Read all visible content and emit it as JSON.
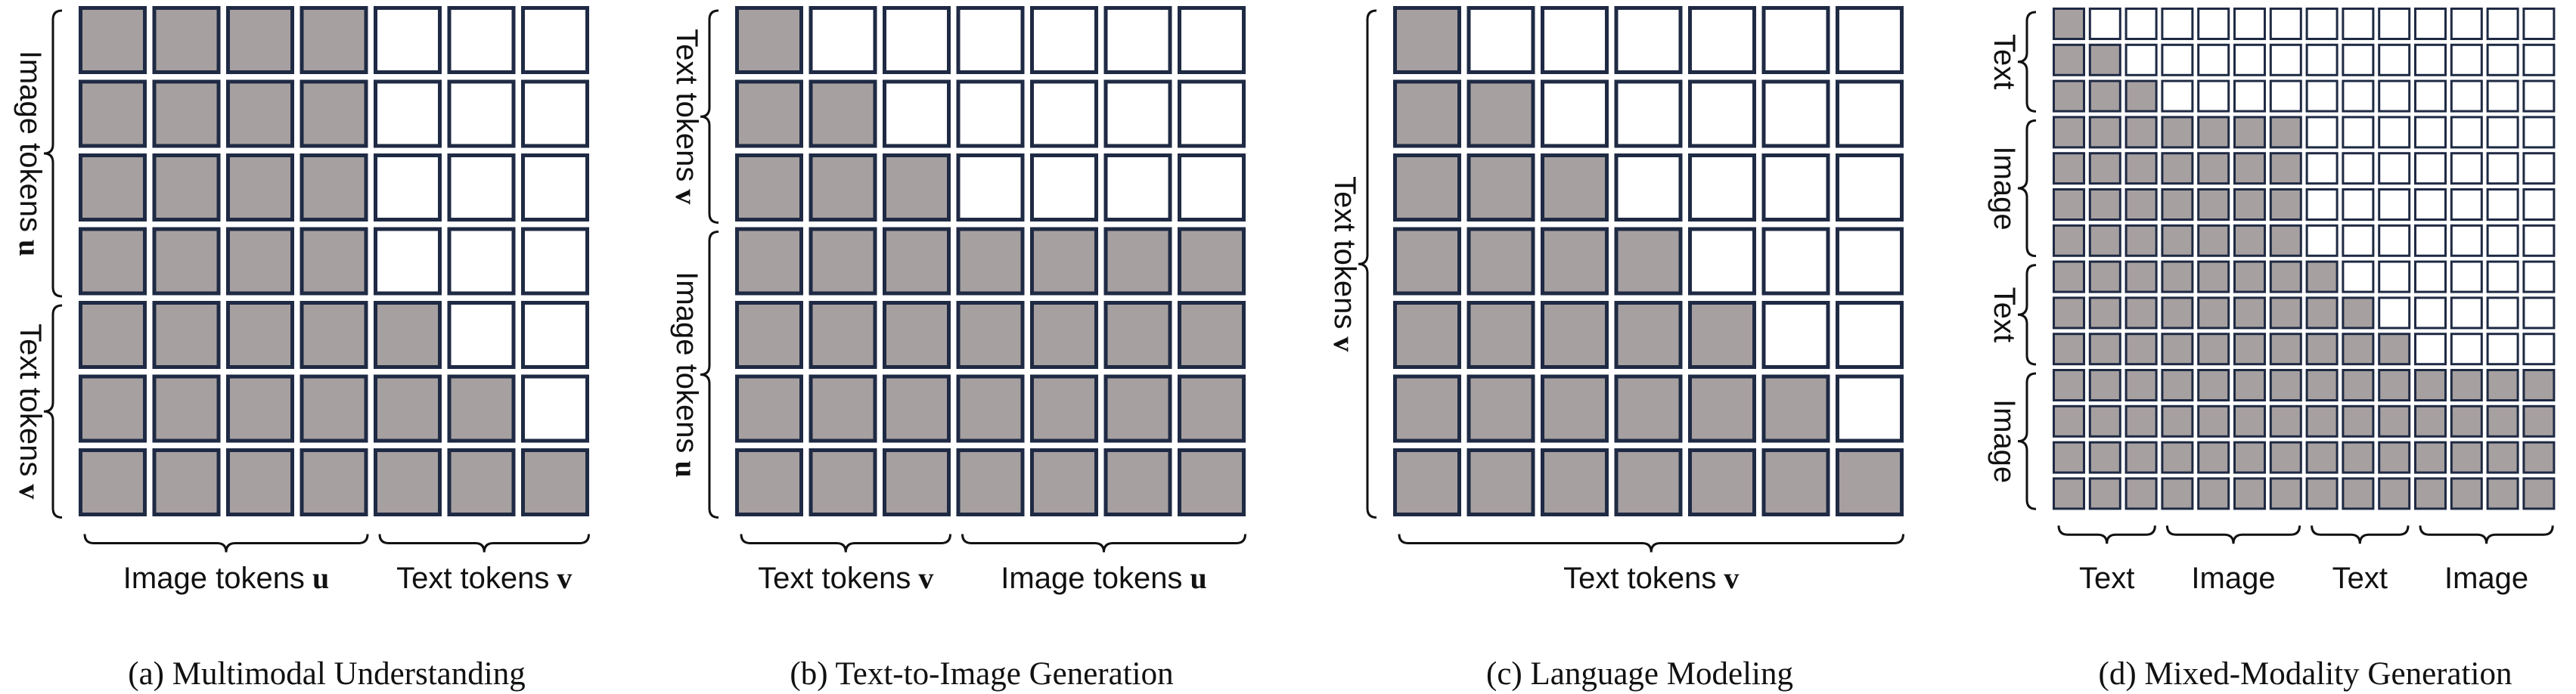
{
  "colors": {
    "filled": "#a6a0a0",
    "empty": "#ffffff",
    "border": "#1f2a44"
  },
  "panels": [
    {
      "id": "a",
      "caption": "(a) Multimodal Understanding",
      "matrix": [
        [
          1,
          1,
          1,
          1,
          0,
          0,
          0
        ],
        [
          1,
          1,
          1,
          1,
          0,
          0,
          0
        ],
        [
          1,
          1,
          1,
          1,
          0,
          0,
          0
        ],
        [
          1,
          1,
          1,
          1,
          0,
          0,
          0
        ],
        [
          1,
          1,
          1,
          1,
          1,
          0,
          0
        ],
        [
          1,
          1,
          1,
          1,
          1,
          1,
          0
        ],
        [
          1,
          1,
          1,
          1,
          1,
          1,
          1
        ]
      ],
      "row_groups": [
        {
          "label": "Image tokens",
          "sym": "u",
          "start": 0,
          "end": 3
        },
        {
          "label": "Text tokens",
          "sym": "v",
          "start": 4,
          "end": 6
        }
      ],
      "col_groups": [
        {
          "label": "Image tokens",
          "sym": "u",
          "start": 0,
          "end": 3
        },
        {
          "label": "Text tokens",
          "sym": "v",
          "start": 4,
          "end": 6
        }
      ]
    },
    {
      "id": "b",
      "caption": "(b) Text-to-Image Generation",
      "matrix": [
        [
          1,
          0,
          0,
          0,
          0,
          0,
          0
        ],
        [
          1,
          1,
          0,
          0,
          0,
          0,
          0
        ],
        [
          1,
          1,
          1,
          0,
          0,
          0,
          0
        ],
        [
          1,
          1,
          1,
          1,
          1,
          1,
          1
        ],
        [
          1,
          1,
          1,
          1,
          1,
          1,
          1
        ],
        [
          1,
          1,
          1,
          1,
          1,
          1,
          1
        ],
        [
          1,
          1,
          1,
          1,
          1,
          1,
          1
        ]
      ],
      "row_groups": [
        {
          "label": "Text tokens",
          "sym": "v",
          "start": 0,
          "end": 2
        },
        {
          "label": "Image tokens",
          "sym": "u",
          "start": 3,
          "end": 6
        }
      ],
      "col_groups": [
        {
          "label": "Text tokens",
          "sym": "v",
          "start": 0,
          "end": 2
        },
        {
          "label": "Image tokens",
          "sym": "u",
          "start": 3,
          "end": 6
        }
      ]
    },
    {
      "id": "c",
      "caption": "(c) Language Modeling",
      "matrix": [
        [
          1,
          0,
          0,
          0,
          0,
          0,
          0
        ],
        [
          1,
          1,
          0,
          0,
          0,
          0,
          0
        ],
        [
          1,
          1,
          1,
          0,
          0,
          0,
          0
        ],
        [
          1,
          1,
          1,
          1,
          0,
          0,
          0
        ],
        [
          1,
          1,
          1,
          1,
          1,
          0,
          0
        ],
        [
          1,
          1,
          1,
          1,
          1,
          1,
          0
        ],
        [
          1,
          1,
          1,
          1,
          1,
          1,
          1
        ]
      ],
      "row_groups": [
        {
          "label": "Text tokens",
          "sym": "v",
          "start": 0,
          "end": 6
        }
      ],
      "col_groups": [
        {
          "label": "Text tokens",
          "sym": "v",
          "start": 0,
          "end": 6
        }
      ]
    },
    {
      "id": "d",
      "caption": "(d) Mixed-Modality Generation",
      "matrix": [
        [
          1,
          0,
          0,
          0,
          0,
          0,
          0,
          0,
          0,
          0,
          0,
          0,
          0,
          0
        ],
        [
          1,
          1,
          0,
          0,
          0,
          0,
          0,
          0,
          0,
          0,
          0,
          0,
          0,
          0
        ],
        [
          1,
          1,
          1,
          0,
          0,
          0,
          0,
          0,
          0,
          0,
          0,
          0,
          0,
          0
        ],
        [
          1,
          1,
          1,
          1,
          1,
          1,
          1,
          0,
          0,
          0,
          0,
          0,
          0,
          0
        ],
        [
          1,
          1,
          1,
          1,
          1,
          1,
          1,
          0,
          0,
          0,
          0,
          0,
          0,
          0
        ],
        [
          1,
          1,
          1,
          1,
          1,
          1,
          1,
          0,
          0,
          0,
          0,
          0,
          0,
          0
        ],
        [
          1,
          1,
          1,
          1,
          1,
          1,
          1,
          0,
          0,
          0,
          0,
          0,
          0,
          0
        ],
        [
          1,
          1,
          1,
          1,
          1,
          1,
          1,
          1,
          0,
          0,
          0,
          0,
          0,
          0
        ],
        [
          1,
          1,
          1,
          1,
          1,
          1,
          1,
          1,
          1,
          0,
          0,
          0,
          0,
          0
        ],
        [
          1,
          1,
          1,
          1,
          1,
          1,
          1,
          1,
          1,
          1,
          0,
          0,
          0,
          0
        ],
        [
          1,
          1,
          1,
          1,
          1,
          1,
          1,
          1,
          1,
          1,
          1,
          1,
          1,
          1
        ],
        [
          1,
          1,
          1,
          1,
          1,
          1,
          1,
          1,
          1,
          1,
          1,
          1,
          1,
          1
        ],
        [
          1,
          1,
          1,
          1,
          1,
          1,
          1,
          1,
          1,
          1,
          1,
          1,
          1,
          1
        ],
        [
          1,
          1,
          1,
          1,
          1,
          1,
          1,
          1,
          1,
          1,
          1,
          1,
          1,
          1
        ]
      ],
      "row_groups": [
        {
          "label": "Text",
          "sym": "",
          "start": 0,
          "end": 2
        },
        {
          "label": "Image",
          "sym": "",
          "start": 3,
          "end": 6
        },
        {
          "label": "Text",
          "sym": "",
          "start": 7,
          "end": 9
        },
        {
          "label": "Image",
          "sym": "",
          "start": 10,
          "end": 13
        }
      ],
      "col_groups": [
        {
          "label": "Text",
          "sym": "",
          "start": 0,
          "end": 2
        },
        {
          "label": "Image",
          "sym": "",
          "start": 3,
          "end": 6
        },
        {
          "label": "Text",
          "sym": "",
          "start": 7,
          "end": 9
        },
        {
          "label": "Image",
          "sym": "",
          "start": 10,
          "end": 13
        }
      ]
    }
  ]
}
